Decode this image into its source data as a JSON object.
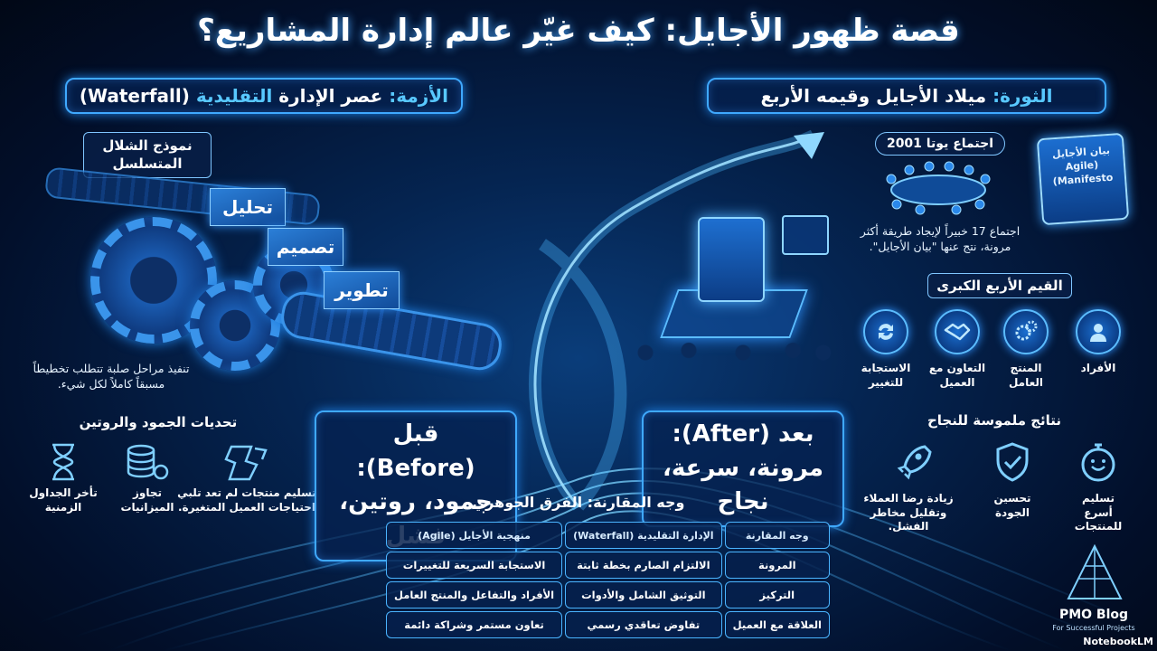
{
  "title": "قصة ظهور الأجايل: كيف غيّر عالم إدارة المشاريع؟",
  "crisis": {
    "prefix": "الأزمة:",
    "text": "عصر الإدارة",
    "accent": "التقليدية",
    "suffix": "(Waterfall)",
    "model_label": "نموذج الشلال المتسلسل",
    "stages": [
      "تحليل",
      "تصميم",
      "تطوير"
    ],
    "note": "تنفيذ مراحل صلبة تتطلب تخطيطاً مسبقاً كاملاً لكل شيء.",
    "challenges_title": "تحديات الجمود والروتين",
    "challenges": [
      {
        "icon": "broken-pieces-icon",
        "label": "تسليم منتجات لم تعد تلبي احتياجات العميل المتغيرة."
      },
      {
        "icon": "coins-stack-icon",
        "label": "تجاوز الميزانيات"
      },
      {
        "icon": "hourglass-icon",
        "label": "تأخر الجداول الزمنية"
      }
    ]
  },
  "revolution": {
    "prefix": "الثورة:",
    "text": "ميلاد الأجايل وقيمه الأربع",
    "meeting_title": "اجتماع يوتا 2001",
    "meeting_text": "اجتماع 17 خبيراً لإيجاد طريقة أكثر مرونة، نتج عنها \"بيان الأجايل\".",
    "manifesto": "بيان الأجايل (Agile Manifesto)",
    "values_title": "القيم الأربع الكبرى",
    "values": [
      {
        "icon": "person-icon",
        "label": "الأفراد"
      },
      {
        "icon": "gears-icon",
        "label": "المنتج العامل"
      },
      {
        "icon": "handshake-icon",
        "label": "التعاون مع العميل"
      },
      {
        "icon": "refresh-icon",
        "label": "الاستجابة للتغيير"
      }
    ],
    "results_title": "نتائج ملموسة للنجاح",
    "results": [
      {
        "icon": "stopwatch-icon",
        "label": "تسليم أسرع للمنتجات"
      },
      {
        "icon": "shield-check-icon",
        "label": "تحسين الجودة"
      },
      {
        "icon": "rocket-icon",
        "label": "زيادة رضا العملاء وتقليل مخاطر الفشل."
      }
    ]
  },
  "before": {
    "label": "قبل (Before):",
    "text": "جمود، روتين، فشل"
  },
  "after": {
    "label": "بعد (After):",
    "text": "مرونة، سرعة، نجاح"
  },
  "comparison": {
    "title": "وجه المقارنة: الفرق الجوهري",
    "headers": [
      "وجه المقارنة",
      "الإدارة التقليدية (Waterfall)",
      "منهجية الأجايل (Agile)"
    ],
    "rows": [
      [
        "المرونة",
        "الالتزام الصارم بخطة ثابتة",
        "الاستجابة السريعة للتغييرات"
      ],
      [
        "التركيز",
        "التوثيق الشامل والأدوات",
        "الأفراد والتفاعل والمنتج العامل"
      ],
      [
        "العلاقة مع العميل",
        "تفاوض تعاقدي رسمي",
        "تعاون مستمر وشراكة دائمة"
      ]
    ]
  },
  "brand": {
    "name": "PMO Blog",
    "tagline": "For Successful Projects",
    "credit": "NotebookLM"
  },
  "colors": {
    "accent": "#58c8ff",
    "border": "#3fa9ff",
    "bg": "#052552"
  }
}
